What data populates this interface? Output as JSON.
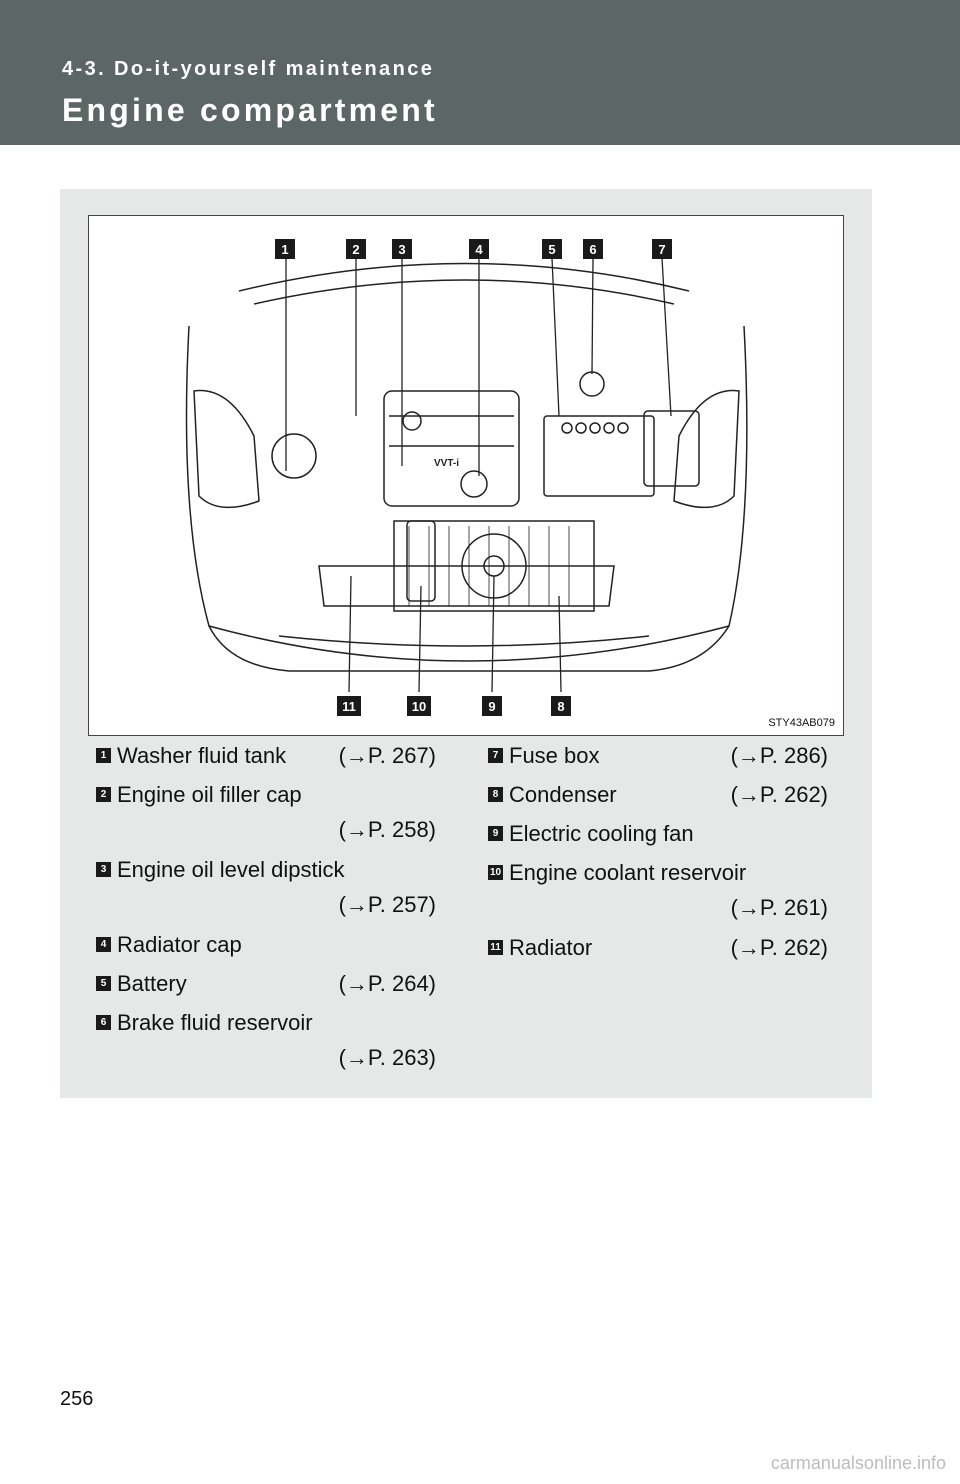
{
  "header": {
    "section": "4-3. Do-it-yourself maintenance",
    "title": "Engine compartment"
  },
  "figure": {
    "code": "STY43AB079",
    "top_callouts": [
      "1",
      "2",
      "3",
      "4",
      "5",
      "6",
      "7"
    ],
    "bottom_callouts": [
      "11",
      "10",
      "9",
      "8"
    ],
    "engine_badge": "VVT-i"
  },
  "items": [
    {
      "num": "1",
      "label": "Washer fluid tank",
      "ref": "(→P. 267)"
    },
    {
      "num": "2",
      "label": "Engine oil filler cap",
      "ref": "(→P. 258)"
    },
    {
      "num": "3",
      "label": "Engine oil level dipstick",
      "ref": "(→P. 257)"
    },
    {
      "num": "4",
      "label": "Radiator cap",
      "ref": ""
    },
    {
      "num": "5",
      "label": "Battery",
      "ref": "(→P. 264)"
    },
    {
      "num": "6",
      "label": "Brake fluid reservoir",
      "ref": "(→P. 263)"
    },
    {
      "num": "7",
      "label": "Fuse box",
      "ref": "(→P. 286)"
    },
    {
      "num": "8",
      "label": "Condenser",
      "ref": "(→P. 262)"
    },
    {
      "num": "9",
      "label": "Electric cooling fan",
      "ref": ""
    },
    {
      "num": "10",
      "label": "Engine coolant reservoir",
      "ref": "(→P. 261)"
    },
    {
      "num": "11",
      "label": "Radiator",
      "ref": "(→P. 262)"
    }
  ],
  "page_number": "256",
  "watermark": "carmanualsonline.info"
}
